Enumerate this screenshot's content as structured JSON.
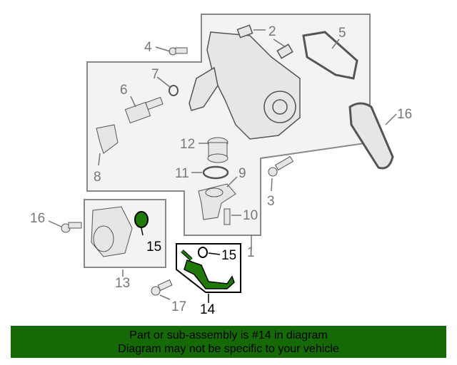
{
  "diagram": {
    "callouts": [
      {
        "id": "1",
        "label": "1"
      },
      {
        "id": "2",
        "label": "2"
      },
      {
        "id": "3",
        "label": "3"
      },
      {
        "id": "4",
        "label": "4"
      },
      {
        "id": "5",
        "label": "5"
      },
      {
        "id": "6",
        "label": "6"
      },
      {
        "id": "7",
        "label": "7"
      },
      {
        "id": "8",
        "label": "8"
      },
      {
        "id": "9",
        "label": "9"
      },
      {
        "id": "10",
        "label": "10"
      },
      {
        "id": "11",
        "label": "11"
      },
      {
        "id": "12",
        "label": "12"
      },
      {
        "id": "13",
        "label": "13"
      },
      {
        "id": "14",
        "label": "14"
      },
      {
        "id": "15a",
        "label": "15"
      },
      {
        "id": "15b",
        "label": "15"
      },
      {
        "id": "16a",
        "label": "16"
      },
      {
        "id": "16b",
        "label": "16"
      },
      {
        "id": "17",
        "label": "17"
      }
    ],
    "highlight_color": "#1f7a0a"
  },
  "banner": {
    "line1": "Part or sub-assembly is #14 in diagram",
    "line2": "Diagram may not be specific to your vehicle",
    "color": "#156a06"
  }
}
